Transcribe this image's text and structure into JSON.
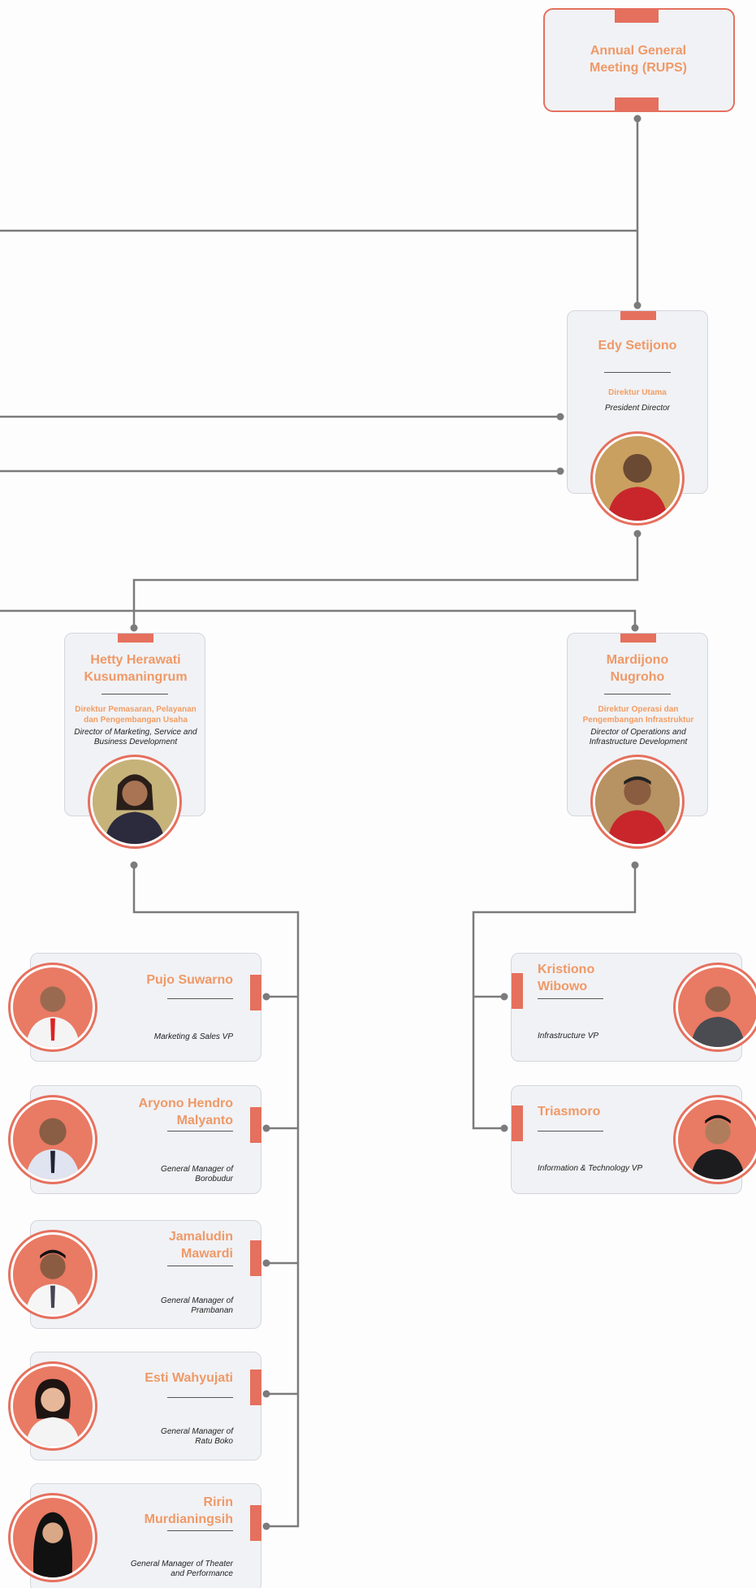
{
  "colors": {
    "accent": "#e5705e",
    "name": "#ef9967",
    "line": "#7b7b7b",
    "card": "#f1f2f5"
  },
  "rups": {
    "title": "Annual General Meeting (RUPS)"
  },
  "president": {
    "name": "Edy Setijono",
    "role_id": "Direktur Utama",
    "role_en": "President Director"
  },
  "directors": [
    {
      "name": "Hetty Herawati Kusumaningrum",
      "role_id": "Direktur Pemasaran, Pelayanan dan Pengembangan Usaha",
      "role_en": "Director of Marketing, Service and Business Development"
    },
    {
      "name": "Mardijono Nugroho",
      "role_id": "Direktur Operasi dan Pengembangan Infrastruktur",
      "role_en": "Director of Operations and Infrastructure Development"
    }
  ],
  "left_staff": [
    {
      "name": "Pujo Suwarno",
      "role": "Marketing & Sales VP"
    },
    {
      "name": "Aryono Hendro Malyanto",
      "role": "General Manager of Borobudur"
    },
    {
      "name": "Jamaludin Mawardi",
      "role": "General Manager of Prambanan"
    },
    {
      "name": "Esti Wahyujati",
      "role": "General Manager of Ratu Boko"
    },
    {
      "name": "Ririn Murdianingsih",
      "role": "General Manager of Theater and Performance"
    }
  ],
  "right_staff": [
    {
      "name": "Kristiono Wibowo",
      "role": "Infrastructure VP"
    },
    {
      "name": "Triasmoro",
      "role": "Information & Technology VP"
    }
  ]
}
